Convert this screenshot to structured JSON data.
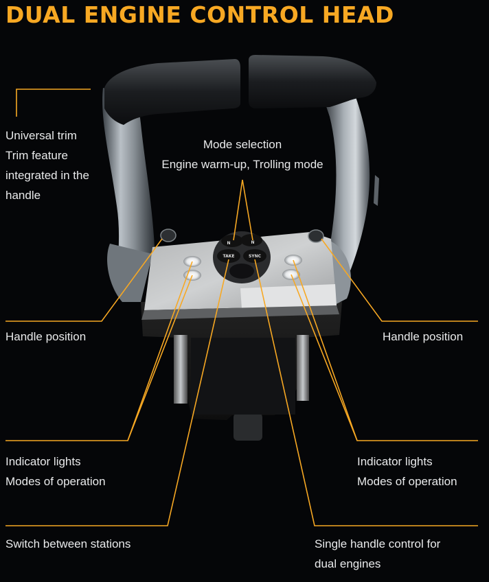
{
  "title": "DUAL ENGINE CONTROL HEAD",
  "colors": {
    "accent": "#f7a823",
    "background": "#050608",
    "text": "#e9eaeb"
  },
  "buttons": {
    "left": "N",
    "right": "N",
    "take": "TAKE",
    "sync": "SYNC"
  },
  "labels": {
    "universal_trim": [
      "Universal trim",
      "Trim feature",
      "integrated in the",
      "handle"
    ],
    "mode_selection": [
      "Mode selection",
      "Engine warm-up, Trolling mode"
    ],
    "handle_position_left": "Handle position",
    "handle_position_right": "Handle position",
    "indicator_left": [
      "Indicator lights",
      "Modes of operation"
    ],
    "indicator_right": [
      "Indicator lights",
      "Modes of operation"
    ],
    "switch_stations": "Switch between stations",
    "single_handle": [
      "Single handle control for",
      "dual engines"
    ]
  }
}
